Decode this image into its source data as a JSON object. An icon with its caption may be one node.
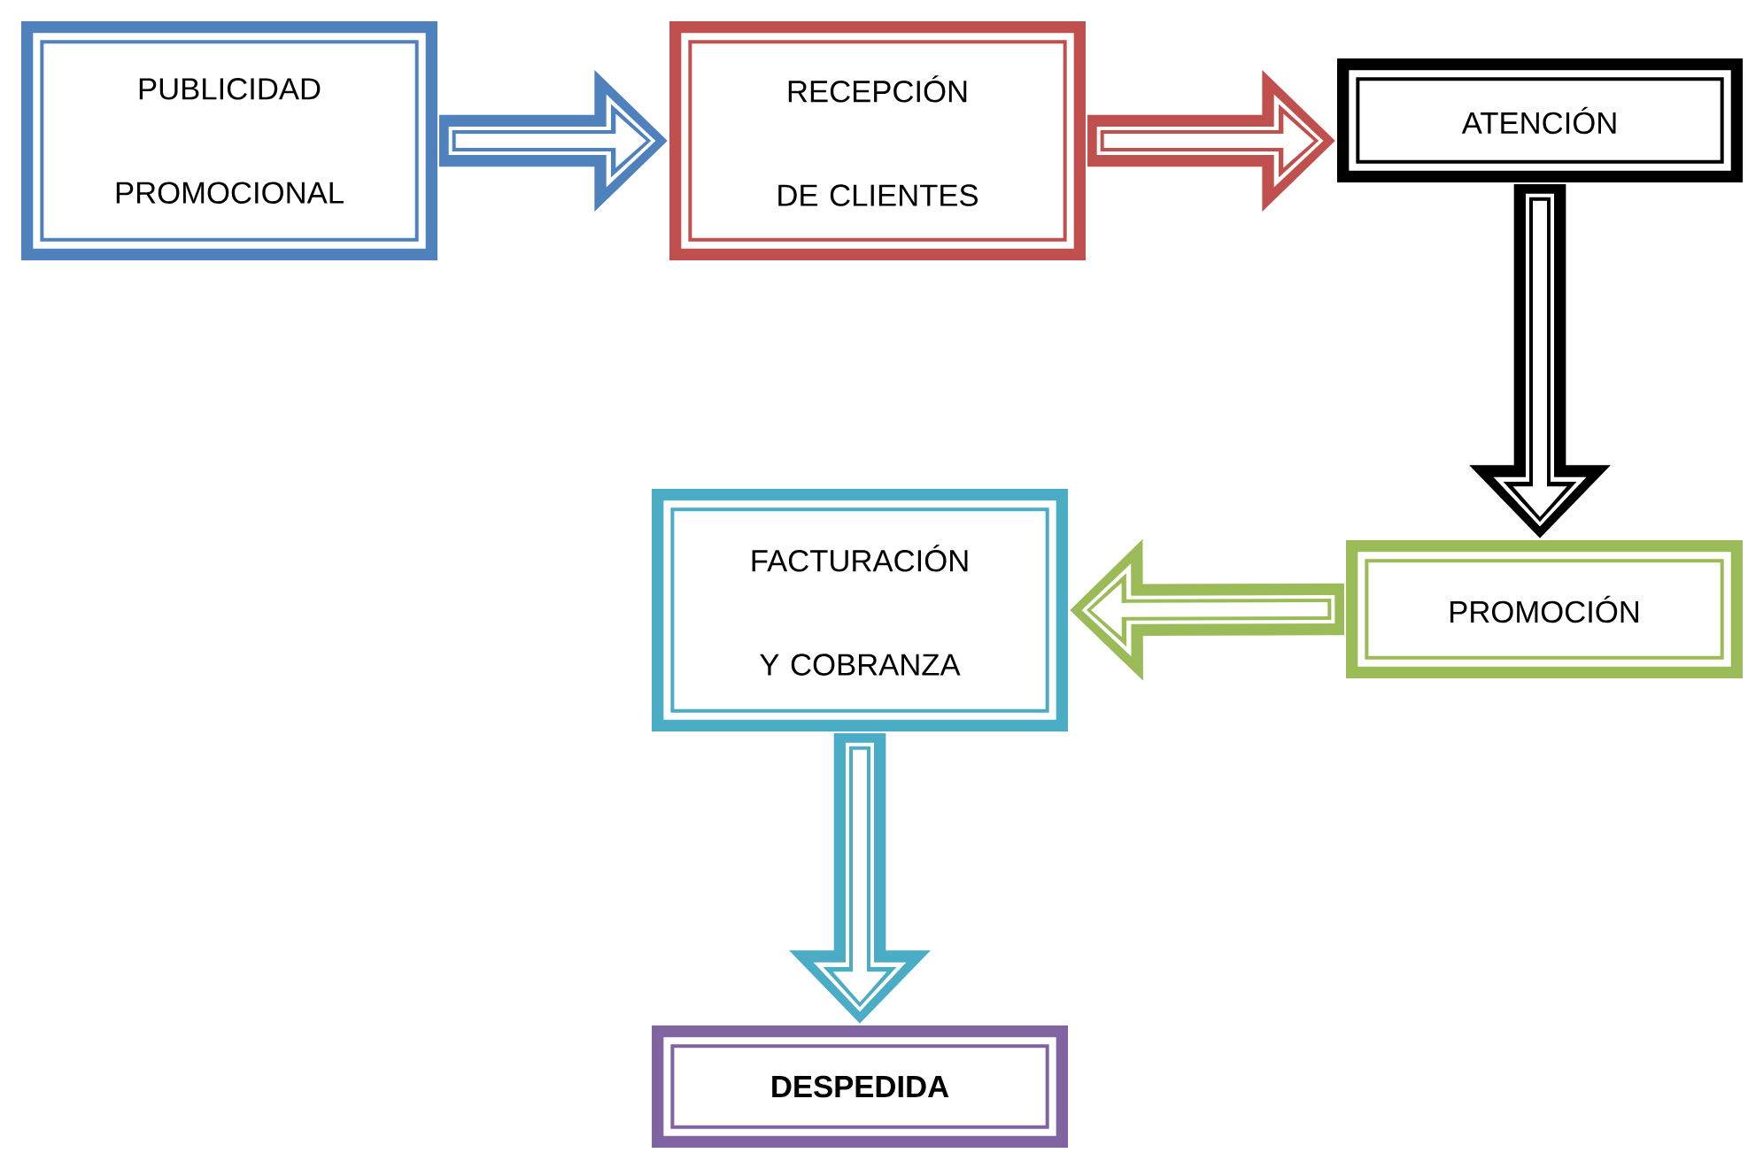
{
  "diagram": {
    "nodes": [
      {
        "text": [
          "PUBLICIDAD PROMOCIONAL"
        ]
      },
      {
        "text": [
          "RECEPCIÓN DE CLIENTES"
        ]
      },
      {
        "text": [
          "ATENCIÓN"
        ]
      },
      {
        "text": [
          "PROMOCIÓN"
        ]
      },
      {
        "text": [
          "FACTURACIÓN Y COBRANZA"
        ]
      },
      {
        "text": [
          "DESPEDIDA"
        ]
      }
    ],
    "edges": [
      {
        "from": 0,
        "to": 1,
        "arrow": "to",
        "color": "#4f81bd"
      },
      {
        "from": 1,
        "to": 2,
        "arrow": "to",
        "color": "#c0504d"
      },
      {
        "from": 2,
        "to": 3,
        "arrow": "to",
        "color": "#000000"
      },
      {
        "from": 3,
        "to": 4,
        "arrow": "to",
        "color": "#9bbb59"
      },
      {
        "from": 4,
        "to": 5,
        "arrow": "to",
        "color": "#4bacc6"
      }
    ]
  }
}
